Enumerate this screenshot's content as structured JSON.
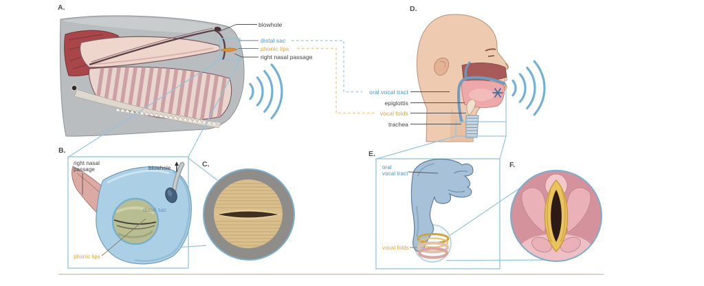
{
  "panels": {
    "a": {
      "letter": "A.",
      "labels": {
        "blowhole": "blowhole",
        "distal_sac": "distal sac",
        "phonic_lips": "phonic lips",
        "right_nasal_passage": "right nasal passage"
      }
    },
    "b": {
      "letter": "B.",
      "labels": {
        "right_nasal_line1": "right nasal",
        "right_nasal_line2": "passage",
        "blowhole": "blowhole",
        "distal_sac": "distal sac",
        "phonic_lips": "phonic lips"
      }
    },
    "c": {
      "letter": "C."
    },
    "d": {
      "letter": "D.",
      "labels": {
        "oral_vocal_tract": "oral vocal tract",
        "epiglottis": "epiglottis",
        "vocal_folds": "vocal folds",
        "trachea": "trachea"
      }
    },
    "e": {
      "letter": "E.",
      "labels": {
        "oral_line1": "oral",
        "oral_line2": "vocal tract",
        "vocal_folds": "vocal folds"
      }
    },
    "f": {
      "letter": "F."
    }
  },
  "icons": {
    "whale_sound": "sound-waves-icon",
    "human_sound": "sound-waves-icon"
  },
  "colors": {
    "label_blue": "#4b92c8",
    "label_orange": "#dda23b",
    "label_black": "#3d3d3d",
    "zoom_line_blue": "#8fc3de",
    "sound_wave_blue": "#6fb0d8",
    "dashed_blue": "#a6cde6",
    "dashed_orange": "#ecca8e",
    "distal_sac_fill": "#abd0e6",
    "phonic_lips_fill": "#b9bd92",
    "vocal_fold_yellow": "#eac35e",
    "larynx_pink": "#d4929c"
  }
}
